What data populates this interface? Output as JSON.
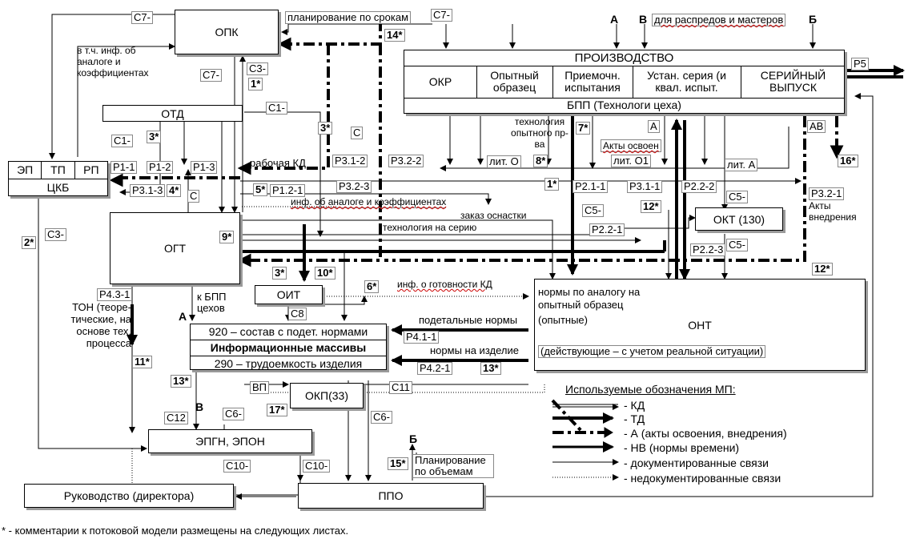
{
  "blocks": {
    "opk": "ОПК",
    "otd": "ОТД",
    "ogt": "ОГТ",
    "oit": "ОИТ",
    "okt": "ОКТ (130)",
    "okp": "ОКП(33)",
    "ont": "ОНТ",
    "epgn": "ЭПГН, ЭПОН",
    "ppo": "ППО",
    "management": "Руководство (директора)",
    "ckb_cells": [
      "ЭП",
      "ТП",
      "РП"
    ],
    "ckb": "ЦКБ"
  },
  "production": {
    "title": "ПРОИЗВОДСТВО",
    "stages": [
      "ОКР",
      "Опытный образец",
      "Приемочн. испытания",
      "Устан. серия (и квал. испыт.",
      "СЕРИЙНЫЙ ВЫПУСК"
    ],
    "bpp": "БПП (Технологи цеха)"
  },
  "arrays": {
    "row1": "920 – состав с подет. нормами",
    "row2": "Информационные массивы",
    "row3": "290 – трудоемкость изделия"
  },
  "texts": {
    "plan_terms": "планирование по срокам",
    "for_distrib": "для распредов и мастеров",
    "analog_info": "в т.ч. инф. об аналоге и коэффициентах",
    "work_kd": "рабочая КД",
    "inf_analog": "инф. об аналоге и коэффициентах",
    "tool_order": "заказ оснастки",
    "tech_series": "технология на серию",
    "inf_ready": "инф. о готовности КД",
    "tech_pilot": "технология опытного пр-ва",
    "acts_dev": "Акты освоен",
    "acts_impl": "Акты внедрения",
    "norms_analog": "нормы по аналогу на опытный образец",
    "experimental": "(опытные)",
    "acting": "(действующие – с учетом реальной ситуации)",
    "part_norms": "подетальные нормы",
    "item_norms": "нормы на изделие",
    "ton": "ТОН (теоре-тические, на основе тех. процесса",
    "to_bpp": "к БПП цехов",
    "volume_plan": "Планирование по объемам",
    "footnote": "* - комментарии к потоковой модели размещены на следующих листах."
  },
  "link_labels": {
    "c7a": "С7-",
    "c7b": "С7-",
    "c7c": "С7-",
    "c3a": "С3-",
    "c3b": "С3-",
    "c1a": "С1-",
    "c1b": "С1-",
    "c_a": "С",
    "c_b": "С",
    "p1_1": "Р1-1",
    "p1_2": "Р1-2",
    "p1_3": "Р1-3",
    "p3_1_3": "Р3.1-3",
    "p1_2_1": "Р1.2-1",
    "p3_1_2": "Р3.1-2",
    "p3_2_2": "Р3.2-2",
    "p3_2_3": "Р3.2-3",
    "lit_o": "лит. О",
    "lit_o1": "лит. О1",
    "lit_a": "лит. А",
    "p2_1_1": "Р2.1-1",
    "p3_1_1": "Р3.1-1",
    "p2_2_2": "Р2.2-2",
    "p2_2_1": "Р2.2-1",
    "p2_2_3": "Р2.2-3",
    "c5a": "С5-",
    "c5b": "С5-",
    "c5c": "С5-",
    "a_link": "А",
    "ab_link": "АВ",
    "p3_2_1": "Р3.2-1",
    "p4_3_1": "Р4.3-1",
    "p4_1_1": "Р4.1-1",
    "p4_2_1": "Р4.2-1",
    "c8": "С8",
    "c11": "С11",
    "c12": "С12",
    "c6a": "С6-",
    "c6b": "С6-",
    "c10a": "С10-",
    "c10b": "С10-",
    "vp": "ВП",
    "p5": "Р5",
    "top_a": "А",
    "top_b": "В",
    "top_b2": "Б",
    "a_left": "А",
    "b_mid": "В",
    "b_ppo": "Б"
  },
  "markers": {
    "m14": "14*",
    "m1a": "1*",
    "m3a": "3*",
    "m3b": "3*",
    "m5": "5*",
    "m4": "4*",
    "m2": "2*",
    "m9": "9*",
    "m10": "10*",
    "m6": "6*",
    "m8": "8*",
    "m1b": "1*",
    "m7": "7*",
    "m12a": "12*",
    "m16": "16*",
    "m12b": "12*",
    "m11": "11*",
    "m13a": "13*",
    "m13b": "13*",
    "m17": "17*",
    "m15": "15*",
    "m3c": "3*"
  },
  "legend": {
    "title": "Используемые обозначения МП:",
    "items": [
      "- КД",
      "- ТД",
      "- А (акты освоения, внедрения)",
      "- НВ (нормы времени)",
      "- документированные связи",
      "- недокументированные связи"
    ]
  }
}
